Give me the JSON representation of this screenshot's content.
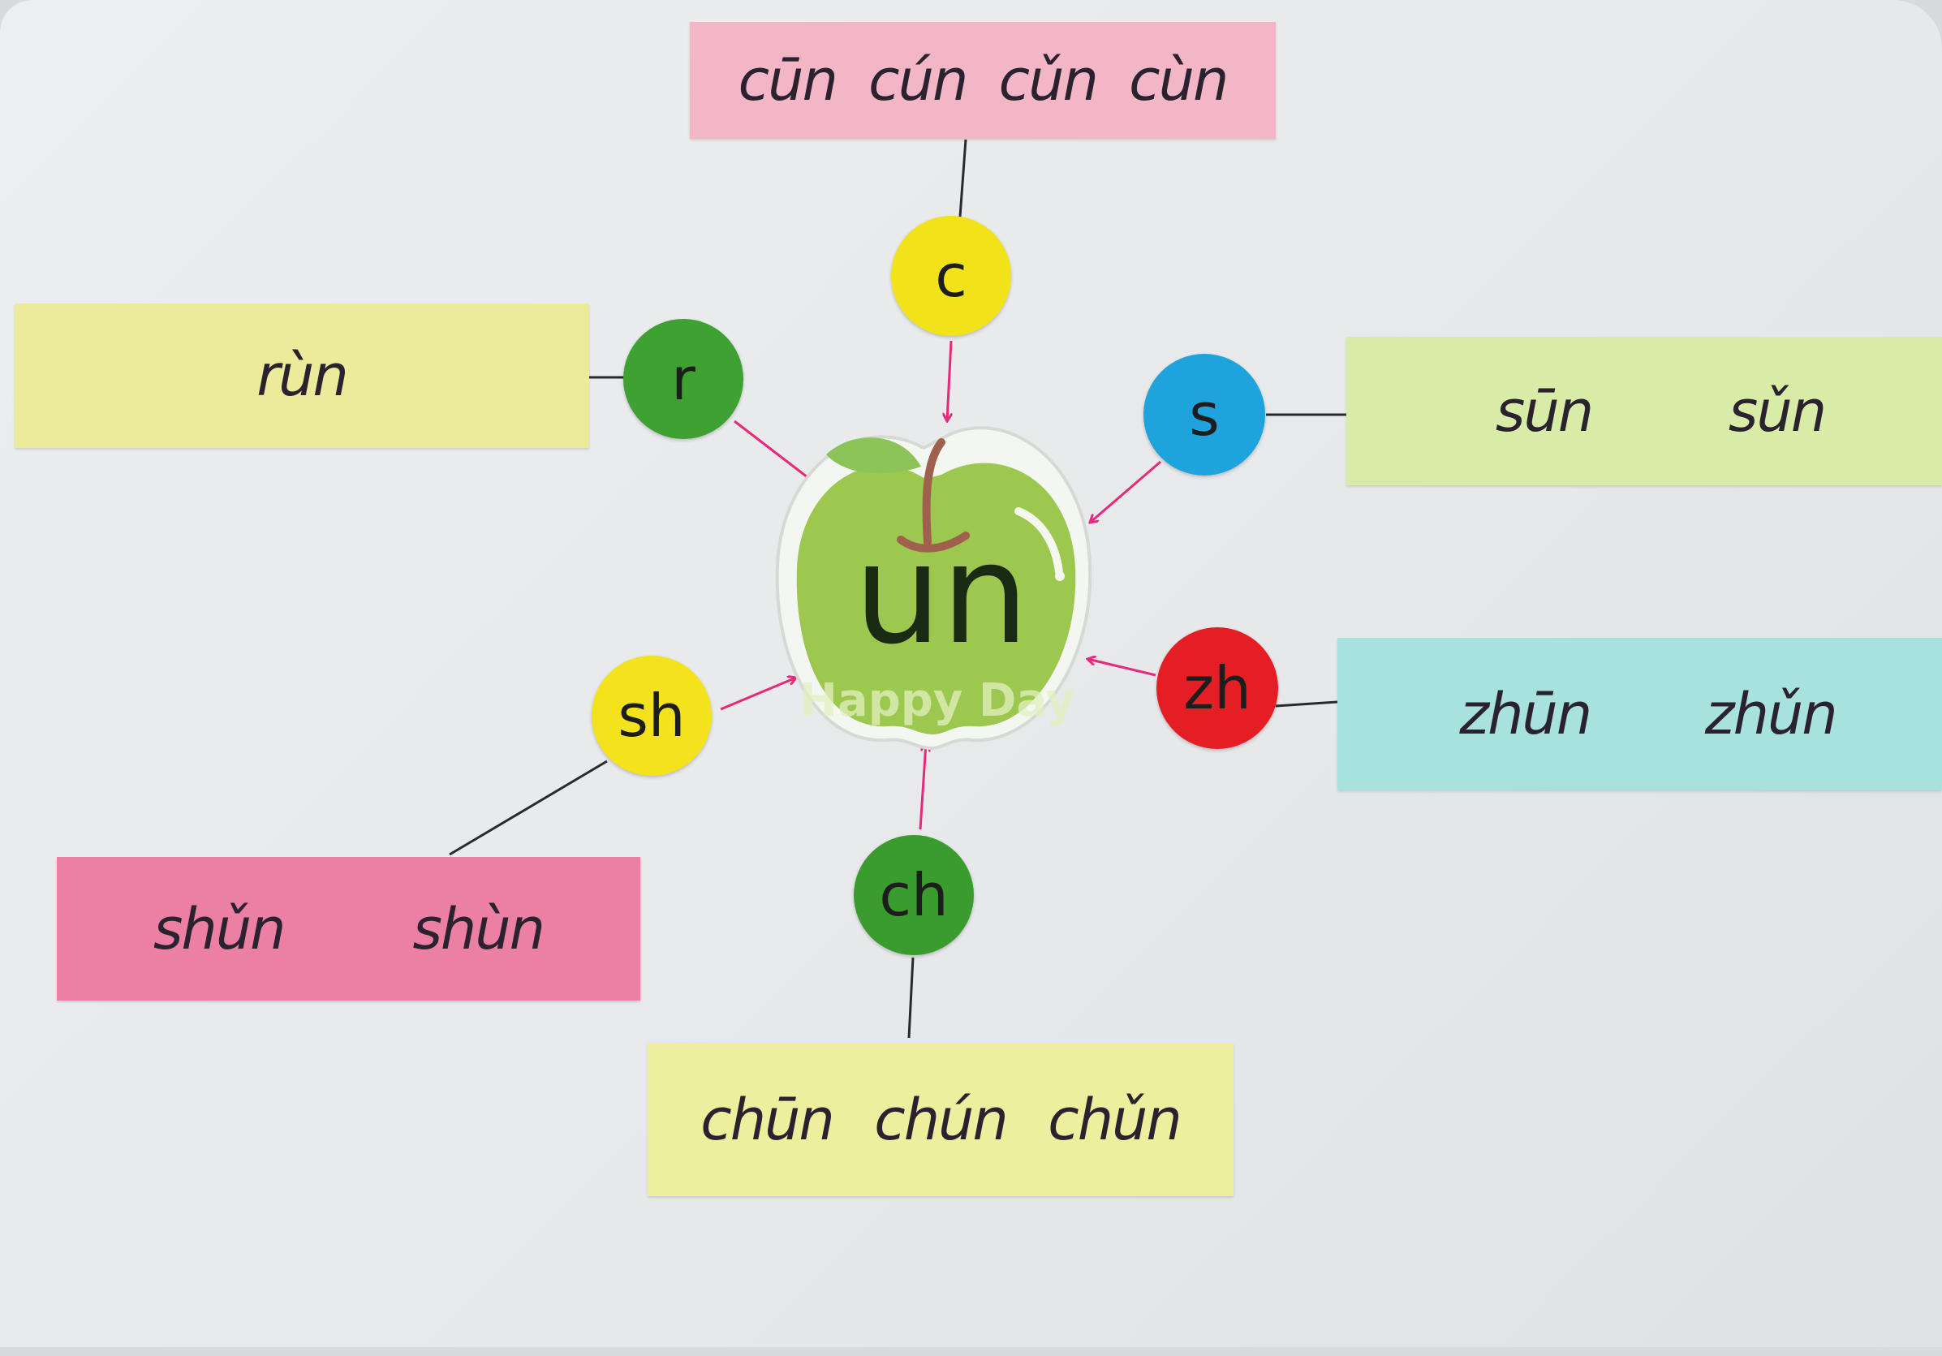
{
  "center": {
    "final": "un",
    "sticker_text": "Happy Day",
    "color": "#9cc850"
  },
  "initials": [
    {
      "id": "c",
      "label": "c",
      "color": "#f2e21a",
      "syllables": [
        "cūn",
        "cún",
        "cǔn",
        "cùn"
      ],
      "card_color": "#f2b6c6"
    },
    {
      "id": "r",
      "label": "r",
      "color": "#3ea132",
      "syllables": [
        "rùn"
      ],
      "card_color": "#ebeb9a"
    },
    {
      "id": "s",
      "label": "s",
      "color": "#1ea3dc",
      "syllables": [
        "sūn",
        "sǔn"
      ],
      "card_color": "#d8eca8"
    },
    {
      "id": "zh",
      "label": "zh",
      "color": "#e51e25",
      "syllables": [
        "zhūn",
        "zhǔn"
      ],
      "card_color": "#a8e2de"
    },
    {
      "id": "sh",
      "label": "sh",
      "color": "#f3e21c",
      "syllables": [
        "shǔn",
        "shùn"
      ],
      "card_color": "#ec7fa4"
    },
    {
      "id": "ch",
      "label": "ch",
      "color": "#3a9c2e",
      "syllables": [
        "chūn",
        "chún",
        "chǔn"
      ],
      "card_color": "#eeef9e"
    }
  ],
  "arrow_color": "#e8287a"
}
